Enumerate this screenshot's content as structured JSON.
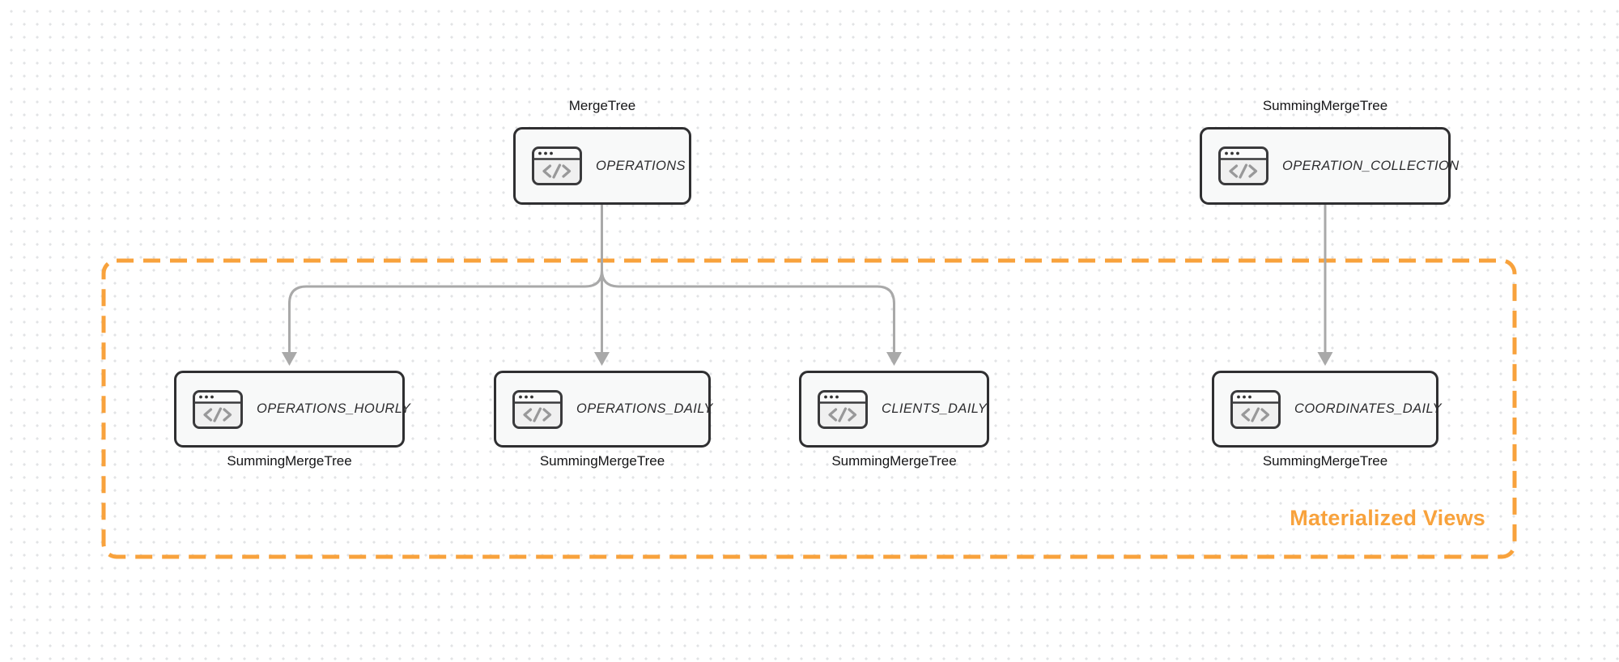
{
  "colors": {
    "accent_orange": "#f8a23c",
    "arrow_gray": "#a9a9a9",
    "node_border": "#2f2f31",
    "node_fill": "#f8f9f9",
    "background_dot": "#e2e3e5",
    "text_dark": "#141416"
  },
  "group": {
    "label": "Materialized Views"
  },
  "nodes": [
    {
      "id": "operations",
      "label": "OPERATIONS",
      "engine": "MergeTree",
      "engine_position": "top",
      "icon": "code-window-icon"
    },
    {
      "id": "operation-collection",
      "label": "OPERATION_COLLECTION",
      "engine": "SummingMergeTree",
      "engine_position": "top",
      "icon": "code-window-icon"
    },
    {
      "id": "operations-hourly",
      "label": "OPERATIONS_HOURLY",
      "engine": "SummingMergeTree",
      "engine_position": "bottom",
      "icon": "code-window-icon"
    },
    {
      "id": "operations-daily",
      "label": "OPERATIONS_DAILY",
      "engine": "SummingMergeTree",
      "engine_position": "bottom",
      "icon": "code-window-icon"
    },
    {
      "id": "clients-daily",
      "label": "CLIENTS_DAILY",
      "engine": "SummingMergeTree",
      "engine_position": "bottom",
      "icon": "code-window-icon"
    },
    {
      "id": "coordinates-daily",
      "label": "COORDINATES_DAILY",
      "engine": "SummingMergeTree",
      "engine_position": "bottom",
      "icon": "code-window-icon"
    }
  ],
  "edges": [
    {
      "from": "operations",
      "to": "operations-hourly"
    },
    {
      "from": "operations",
      "to": "operations-daily"
    },
    {
      "from": "operations",
      "to": "clients-daily"
    },
    {
      "from": "operation-collection",
      "to": "coordinates-daily"
    }
  ]
}
